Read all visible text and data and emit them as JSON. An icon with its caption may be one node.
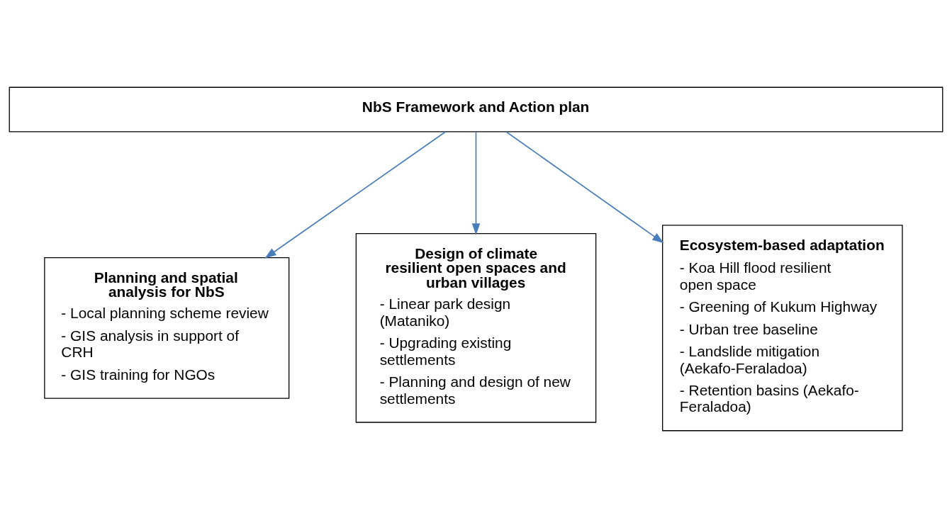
{
  "diagram": {
    "nodes": [
      {
        "text": [
          "NbS Framework and Action plan"
        ]
      },
      {
        "text": [
          "Planning and spatial analysis for NbS",
          "- Local planning scheme review",
          "- GIS analysis in support of CRH",
          "- GIS training for NGOs"
        ]
      },
      {
        "text": [
          "Design of climate resilient open spaces and urban villages",
          "- Linear park design (Mataniko)",
          "- Upgrading existing settlements",
          "- Planning and design of new settlements"
        ]
      },
      {
        "text": [
          "Ecosystem-based adaptation",
          "- Koa Hill flood resilient open space",
          "- Greening of Kukum Highway",
          "- Urban tree baseline",
          "- Landslide mitigation (Aekafo-Feraladoa)",
          "- Retention basins (Aekafo-Feraladoa)"
        ]
      }
    ],
    "edges": [
      {
        "from": 0,
        "to": 1,
        "arrow": "to"
      },
      {
        "from": 0,
        "to": 2,
        "arrow": "to"
      },
      {
        "from": 0,
        "to": 3,
        "arrow": "to"
      }
    ]
  }
}
